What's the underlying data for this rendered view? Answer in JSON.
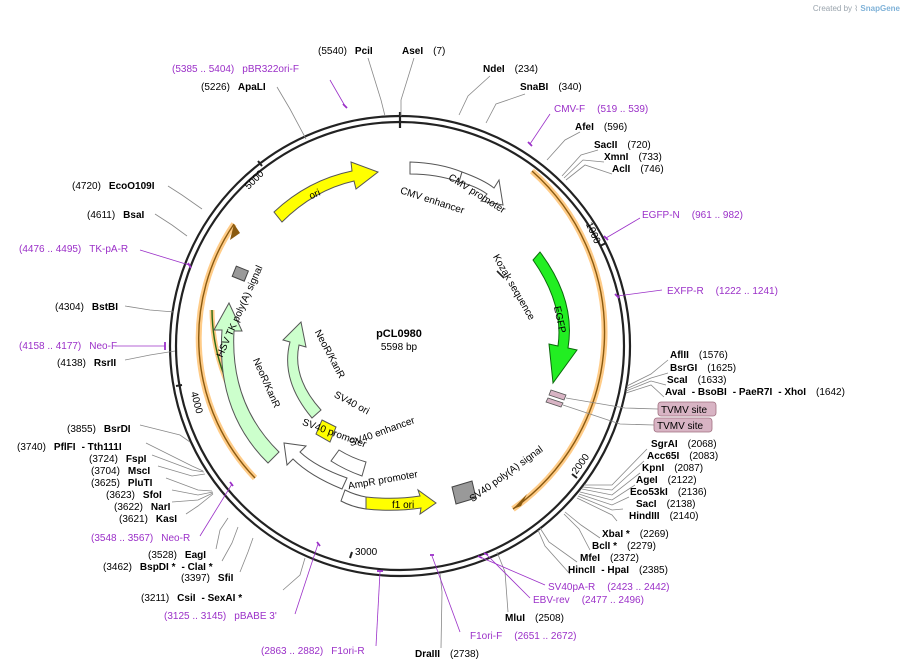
{
  "credit": {
    "prefix": "Created by",
    "brand": "SnapGene"
  },
  "plasmid": {
    "name": "pCL0980",
    "size": "5598 bp"
  },
  "ticks": [
    "1000",
    "2000",
    "3000",
    "4000",
    "5000"
  ],
  "features": [
    {
      "label": "CMV enhancer"
    },
    {
      "label": "CMV promoter"
    },
    {
      "label": "Kozak sequence"
    },
    {
      "label": "EGFP"
    },
    {
      "label": "SV40 poly(A) signal"
    },
    {
      "label": "f1 ori"
    },
    {
      "label": "AmpR promoter"
    },
    {
      "label": "SV40 promoter"
    },
    {
      "label": "SV40 enhancer"
    },
    {
      "label": "SV40 ori"
    },
    {
      "label": "NeoR/KanR"
    },
    {
      "label": "NeoR/KanR"
    },
    {
      "label": "HSV TK poly(A) signal"
    },
    {
      "label": "ori"
    }
  ],
  "sites": [
    {
      "name": "PciI",
      "pos": "(5540)"
    },
    {
      "name": "AseI",
      "pos": "(7)"
    },
    {
      "name": "NdeI",
      "pos": "(234)"
    },
    {
      "name": "SnaBI",
      "pos": "(340)"
    },
    {
      "name": "AfeI",
      "pos": "(596)"
    },
    {
      "name": "SacII",
      "pos": "(720)"
    },
    {
      "name": "XmnI",
      "pos": "(733)"
    },
    {
      "name": "AclI",
      "pos": "(746)"
    },
    {
      "name": "AflII",
      "pos": "(1576)"
    },
    {
      "name": "BsrGI",
      "pos": "(1625)"
    },
    {
      "name": "ScaI",
      "pos": "(1633)"
    },
    {
      "name": "AvaI",
      "pos": "(1642)",
      "extra": [
        "- BsoBI",
        "- PaeR7I",
        "- XhoI"
      ]
    },
    {
      "name": "SgrAI",
      "pos": "(2068)"
    },
    {
      "name": "Acc65I",
      "pos": "(2083)"
    },
    {
      "name": "KpnI",
      "pos": "(2087)"
    },
    {
      "name": "AgeI",
      "pos": "(2122)"
    },
    {
      "name": "Eco53kI",
      "pos": "(2136)"
    },
    {
      "name": "SacI",
      "pos": "(2138)"
    },
    {
      "name": "HindIII",
      "pos": "(2140)"
    },
    {
      "name": "XbaI *",
      "pos": "(2269)"
    },
    {
      "name": "BclI *",
      "pos": "(2279)"
    },
    {
      "name": "MfeI",
      "pos": "(2372)"
    },
    {
      "name": "HincII",
      "pos": "(2385)",
      "extra": [
        "- HpaI"
      ]
    },
    {
      "name": "MluI",
      "pos": "(2508)"
    },
    {
      "name": "DraIII",
      "pos": "(2738)"
    },
    {
      "name": "CsiI",
      "pos": "(3211)",
      "extra": [
        "- SexAI *"
      ]
    },
    {
      "name": "SfiI",
      "pos": "(3397)"
    },
    {
      "name": "BspDI *",
      "pos": "(3462)",
      "extra": [
        "- ClaI *"
      ]
    },
    {
      "name": "EagI",
      "pos": "(3528)"
    },
    {
      "name": "KasI",
      "pos": "(3621)"
    },
    {
      "name": "NarI",
      "pos": "(3622)"
    },
    {
      "name": "SfoI",
      "pos": "(3623)"
    },
    {
      "name": "PluTI",
      "pos": "(3625)"
    },
    {
      "name": "MscI",
      "pos": "(3704)"
    },
    {
      "name": "FspI",
      "pos": "(3724)"
    },
    {
      "name": "PflFI",
      "pos": "(3740)",
      "extra": [
        "- Tth111I"
      ]
    },
    {
      "name": "BsrDI",
      "pos": "(3855)"
    },
    {
      "name": "RsrII",
      "pos": "(4138)"
    },
    {
      "name": "BstBI",
      "pos": "(4304)"
    },
    {
      "name": "BsaI",
      "pos": "(4611)"
    },
    {
      "name": "EcoO109I",
      "pos": "(4720)"
    },
    {
      "name": "ApaLI",
      "pos": "(5226)"
    }
  ],
  "primers": [
    {
      "name": "pBR322ori-F",
      "range": "(5385 .. 5404)"
    },
    {
      "name": "CMV-F",
      "range": "(519 .. 539)"
    },
    {
      "name": "EGFP-N",
      "range": "(961 .. 982)"
    },
    {
      "name": "EXFP-R",
      "range": "(1222 .. 1241)"
    },
    {
      "name": "SV40pA-R",
      "range": "(2423 .. 2442)"
    },
    {
      "name": "EBV-rev",
      "range": "(2477 .. 2496)"
    },
    {
      "name": "F1ori-F",
      "range": "(2651 .. 2672)"
    },
    {
      "name": "F1ori-R",
      "range": "(2863 .. 2882)"
    },
    {
      "name": "pBABE 3'",
      "range": "(3125 .. 3145)"
    },
    {
      "name": "Neo-R",
      "range": "(3548 .. 3567)"
    },
    {
      "name": "Neo-F",
      "range": "(4158 .. 4177)"
    },
    {
      "name": "TK-pA-R",
      "range": "(4476 .. 4495)"
    }
  ],
  "tvmv": [
    "TVMV site",
    "TVMV site"
  ],
  "colors": {
    "backbone": "#222222",
    "primer": "#9b30c8",
    "egfp": "#22ee22",
    "ori": "#ffff00",
    "neo": "#ccffcc",
    "orf_highlight": "#ffcc88",
    "tvmv_bg": "#d8b4c4"
  }
}
